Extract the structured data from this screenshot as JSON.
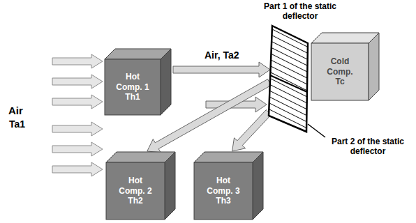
{
  "diagram": {
    "nodes": [
      {
        "text": [
          "Hot Comp. 1",
          "Th1"
        ]
      },
      {
        "text": [
          "Part 1 of the static deflector",
          "Part 2 of the static deflector"
        ]
      },
      {
        "text": [
          "Cold Comp.",
          "Tc"
        ]
      },
      {
        "text": [
          "Hot Comp. 2",
          "Th2"
        ]
      },
      {
        "text": [
          "Hot Comp. 3",
          "Th3"
        ]
      }
    ],
    "edges": [
      {
        "from": 0,
        "to": 1,
        "arrow": "to",
        "label": "Air, Ta2"
      },
      {
        "from": 1,
        "to": 3,
        "arrow": "to"
      },
      {
        "from": 1,
        "to": 4,
        "arrow": "to"
      }
    ],
    "labels": [
      "Air",
      "Ta1"
    ]
  }
}
